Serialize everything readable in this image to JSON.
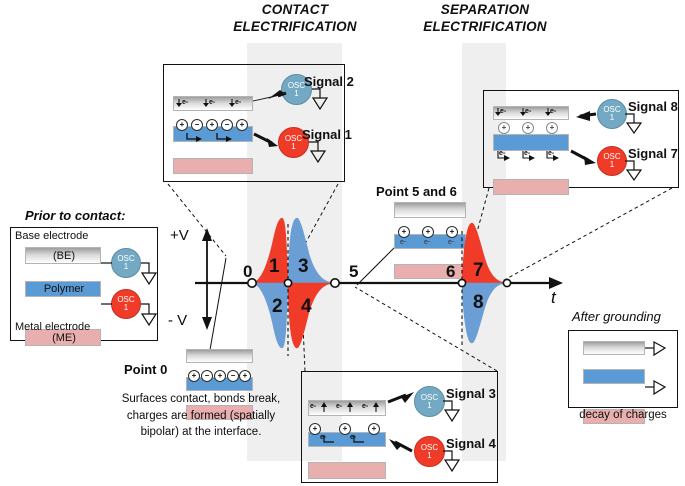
{
  "headings": {
    "contact": "CONTACT\nELECTRIFICATION",
    "contact_line1": "CONTACT",
    "contact_line2": "ELECTRIFICATION",
    "separation_line1": "SEPARATION",
    "separation_line2": "ELECTRIFICATION"
  },
  "axis": {
    "plus_v": "+V",
    "minus_v": "- V",
    "time_label": "t",
    "tick_labels": [
      "0",
      "5",
      "6"
    ]
  },
  "waveform": {
    "peak_labels": [
      "1",
      "2",
      "3",
      "4",
      "7",
      "8"
    ],
    "peaks": [
      {
        "label": "1",
        "polarity": "positive",
        "color": "#f03b28",
        "t": 0.6
      },
      {
        "label": "2",
        "polarity": "negative",
        "color": "#6a9ed4",
        "t": 0.6
      },
      {
        "label": "3",
        "polarity": "positive",
        "color": "#6a9ed4",
        "t": 1.6
      },
      {
        "label": "4",
        "polarity": "negative",
        "color": "#f03b28",
        "t": 1.6
      },
      {
        "label": "7",
        "polarity": "positive",
        "color": "#f03b28",
        "t": 6.2
      },
      {
        "label": "8",
        "polarity": "negative",
        "color": "#6a9ed4",
        "t": 6.2
      }
    ]
  },
  "prior_to_contact": {
    "title": "Prior to contact:",
    "base_electrode_label": "Base electrode",
    "be_label": "(BE)",
    "polymer_label": "Polymer",
    "me_label": "(ME)",
    "metal_electrode_label": "Metal electrode",
    "osc_blue": {
      "name": "OSC",
      "index": "1"
    },
    "osc_red": {
      "name": "OSC",
      "index": "1"
    }
  },
  "panel_contact": {
    "signal_top": "Signal 2",
    "signal_bottom": "Signal 1",
    "osc_top": {
      "name": "OSC",
      "index": "1"
    },
    "osc_bottom": {
      "name": "OSC",
      "index": "1"
    },
    "electron_marks": [
      "e-",
      "e-",
      "e-"
    ],
    "charges": [
      "+",
      "−",
      "+",
      "−",
      "+"
    ]
  },
  "panel_separation": {
    "signal_top": "Signal 8",
    "signal_bottom": "Signal 7",
    "osc_top": {
      "name": "OSC",
      "index": "1"
    },
    "osc_bottom": {
      "name": "OSC",
      "index": "1"
    },
    "electron_marks_top": [
      "e-",
      "e-",
      "e-"
    ],
    "charges_top": [
      "+",
      "+",
      "+"
    ],
    "electron_marks_bottom": [
      "e-",
      "e-",
      "e-"
    ]
  },
  "panel_bottom": {
    "signal_top": "Signal 3",
    "signal_bottom": "Signal 4",
    "osc_top": {
      "name": "OSC",
      "index": "1"
    },
    "osc_bottom": {
      "name": "OSC",
      "index": "1"
    },
    "electron_marks_top": [
      "e-",
      "e-",
      "e-"
    ],
    "charges": [
      "+",
      "+",
      "+"
    ],
    "electron_marks_bottom": [
      "e-",
      "e-"
    ]
  },
  "point5_6": {
    "title": "Point 5 and 6",
    "charges": [
      "+",
      "+",
      "+"
    ],
    "electrons": [
      "e-",
      "e-",
      "e-"
    ]
  },
  "point0": {
    "title": "Point 0",
    "charges": [
      "+",
      "−",
      "+",
      "−",
      "+"
    ],
    "caption_line1": "Surfaces contact, bonds break,",
    "caption_line2": "charges are formed (spatially",
    "caption_line3": "bipolar) at the interface."
  },
  "after_grounding": {
    "title": "After grounding",
    "caption": "decay of charges"
  },
  "colors": {
    "red": "#f03b28",
    "blue_wave": "#6a9ed4",
    "polymer_blue": "#5b9bd5",
    "metal_pink": "#e9aeae",
    "osc_blue": "#74a9c4",
    "band_gray": "#efefef",
    "ink": "#111111"
  }
}
